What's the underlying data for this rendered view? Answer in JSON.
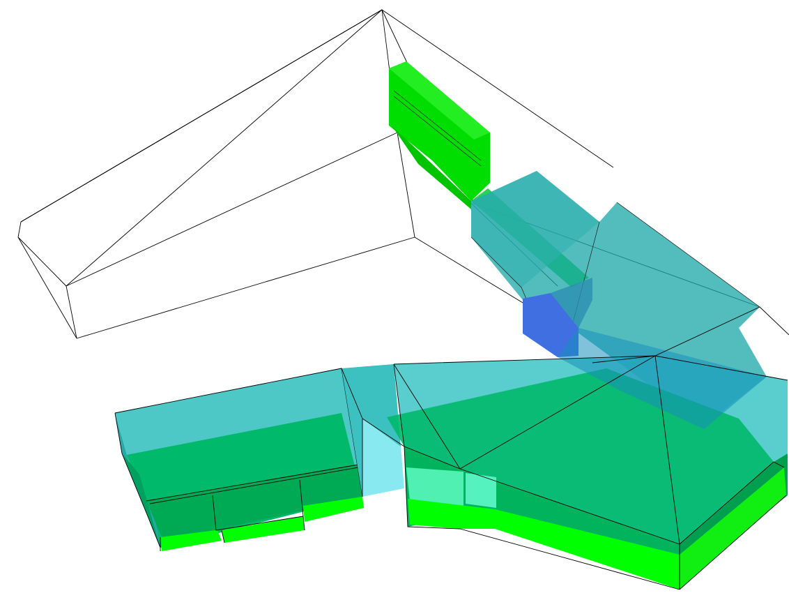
{
  "scene": {
    "kind": "3d-massing-model",
    "view": "isometric",
    "background": "#ffffff",
    "colors": {
      "wireframe": "#000000",
      "green": "#00ff00",
      "green_dark": "#00cc00",
      "teal": "#00b0b0",
      "teal_alpha": 0.7,
      "emerald": "#00b96a",
      "blue": "#3366dd",
      "cyan_light": "#7fe8ef",
      "mint": "#44eeb0"
    },
    "parts": [
      "wireframe-wedge",
      "green-slab-upper",
      "translucent-teal-bar",
      "blue-strip",
      "left-wing",
      "middle-link",
      "main-hex-block"
    ]
  }
}
